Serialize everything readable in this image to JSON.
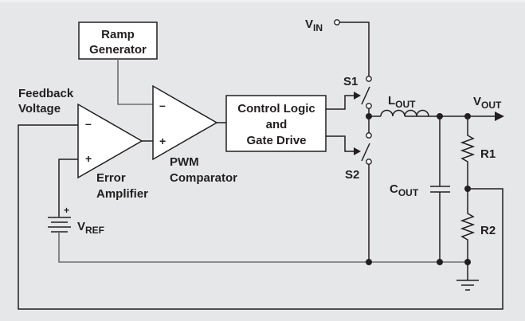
{
  "diagram": {
    "title": "Buck converter with voltage-mode PWM control",
    "blocks": {
      "ramp_generator": {
        "line1": "Ramp",
        "line2": "Generator"
      },
      "control_logic": {
        "line1": "Control Logic",
        "line2": "and",
        "line3": "Gate Drive"
      },
      "error_amplifier": {
        "line1": "Error",
        "line2": "Amplifier",
        "inverting": "–",
        "non_inverting": "+"
      },
      "pwm_comparator": {
        "line1": "PWM",
        "line2": "Comparator",
        "inverting": "–",
        "non_inverting": "+"
      }
    },
    "labels": {
      "feedback_voltage_line1": "Feedback",
      "feedback_voltage_line2": "Voltage",
      "vin_main": "V",
      "vin_sub": "IN",
      "vout_main": "V",
      "vout_sub": "OUT",
      "vref_main": "V",
      "vref_sub": "REF",
      "vref_plus": "+",
      "lout_main": "L",
      "lout_sub": "OUT",
      "cout_main": "C",
      "cout_sub": "OUT",
      "s1": "S1",
      "s2": "S2",
      "r1": "R1",
      "r2": "R2"
    },
    "colors": {
      "background": "#e6e7e8",
      "line": "#231f20",
      "ground_rail": "#6d6e70",
      "block_fill": "#ffffff"
    }
  }
}
